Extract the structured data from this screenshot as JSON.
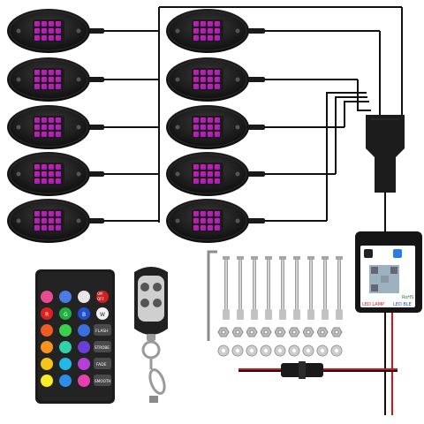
{
  "remote": {
    "top_keys": [
      "ON",
      "OFF"
    ],
    "side_keys": [
      "W",
      "FLASH",
      "STROBE",
      "FADE",
      "SMOOTH"
    ],
    "rgb_keys": [
      "R",
      "G",
      "B"
    ]
  },
  "controller": {
    "badge": "RoHS",
    "title_label": "LED LAMP",
    "ble_label": "LED BLE"
  },
  "colors": {
    "pod_body": "#141414",
    "led_magenta": "#e0109a",
    "led_blue": "#3b3bd6",
    "wire": "#111111",
    "wire_red": "#d8121b",
    "screw": "#b9b9b9"
  }
}
